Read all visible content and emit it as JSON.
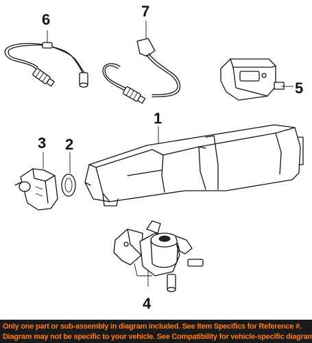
{
  "callouts": {
    "c1": "1",
    "c2": "2",
    "c3": "3",
    "c4": "4",
    "c5": "5",
    "c6": "6",
    "c7": "7"
  },
  "footer": {
    "line1": "Only one part or sub-assembly in diagram included. See Item Specifics for Reference #.",
    "line2": "Diagram may not be specific to your vehicle. See Compatibility for vehicle-specific diagrams."
  },
  "colors": {
    "footer_bg": "#1a1a1a",
    "footer_text": "#ff7a1a"
  }
}
